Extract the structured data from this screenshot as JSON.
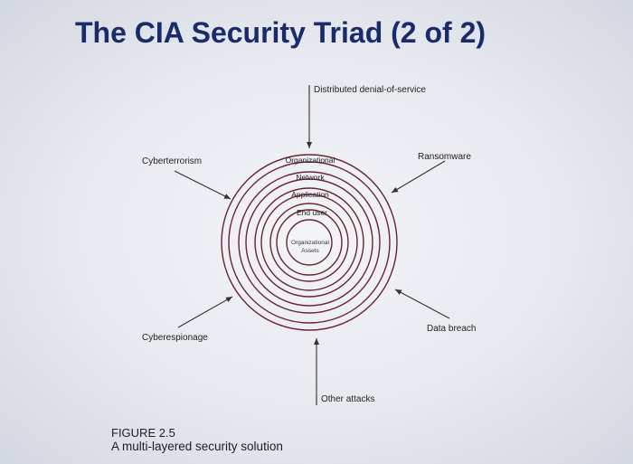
{
  "slide": {
    "title": "The CIA Security Triad (2 of 2)"
  },
  "diagram": {
    "layers": [
      "Organizational",
      "Network",
      "Application",
      "End user"
    ],
    "core": [
      "Organizational",
      "Assets"
    ],
    "threats": {
      "top": "Distributed denial-of-service",
      "top_left": "Cyberterrorism",
      "top_right": "Ransomware",
      "bottom_left": "Cyberespionage",
      "bottom_right": "Data breach",
      "bottom": "Other attacks"
    }
  },
  "figure": {
    "number": "FIGURE 2.5",
    "caption": "A multi-layered security solution"
  }
}
